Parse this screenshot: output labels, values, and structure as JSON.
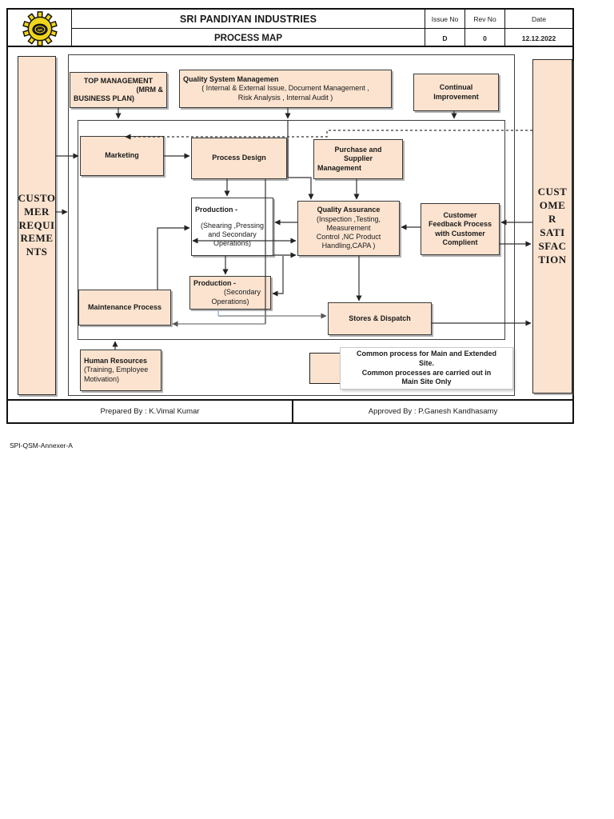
{
  "header": {
    "company": "SRI PANDIYAN INDUSTRIES",
    "doc_title": "PROCESS MAP",
    "issue_label": "Issue No",
    "issue_value": "D",
    "rev_label": "Rev No",
    "rev_value": "0",
    "date_label": "Date",
    "date_value": "12.12.2022",
    "logo_text": "SPI"
  },
  "sidebars": {
    "left": "CUSTO\nMER\nREQUI\nREME\nNTS",
    "right": "CUST\nOME\nR\nSATI\nSFAC\nTION"
  },
  "boxes": {
    "top_management": {
      "title": "TOP MANAGEMENT",
      "line2": "(MRM &",
      "line3": "BUSINESS PLAN)"
    },
    "quality_system": {
      "title": "Quality System  Managemen",
      "sub": "( Internal & External Issue,  Document Management ,\nRisk Analysis , Internal Audit )"
    },
    "continual_improvement": {
      "title": "Continual\nImprovement"
    },
    "marketing": {
      "title": "Marketing"
    },
    "process_design": {
      "title": "Process Design"
    },
    "purchase": {
      "title": "Purchase and\nSupplier",
      "line2": "Management"
    },
    "production_main": {
      "title": "Production  -",
      "sub": "(Shearing ,Pressing\nand Secondary\nOperations)"
    },
    "quality_assurance": {
      "title": "Quality Assurance",
      "sub": "(Inspection ,Testing,\nMeasurement\nControl ,NC Product\nHandling,CAPA )"
    },
    "customer_feedback": {
      "title": "Customer\nFeedback Process\nwith Customer\nComplient"
    },
    "production_secondary": {
      "title": "Production  -",
      "line2": "(Secondary",
      "line3": "Operations)"
    },
    "maintenance": {
      "title": "Maintenance Process"
    },
    "stores": {
      "title": "Stores & Dispatch"
    },
    "human_resources": {
      "title": "Human Resources",
      "sub": "(Training, Employee\nMotivation)"
    }
  },
  "legend": {
    "text": "Common process for Main and Extended\nSite.\nCommon processes are  carried out in\nMain Site Only"
  },
  "footer": {
    "prepared": "Prepared By :  K.Vimal Kumar",
    "approved": "Approved By : P.Ganesh Kandhasamy"
  },
  "note": "SPI-QSM-Annexer-A",
  "colors": {
    "box_fill": "#FBE3CF",
    "box_border": "#3A3A3A",
    "logo_yellow": "#EFD51C",
    "wire": "#333333",
    "wire_gray": "#777777",
    "wire_blue": "#8DB4E2"
  }
}
